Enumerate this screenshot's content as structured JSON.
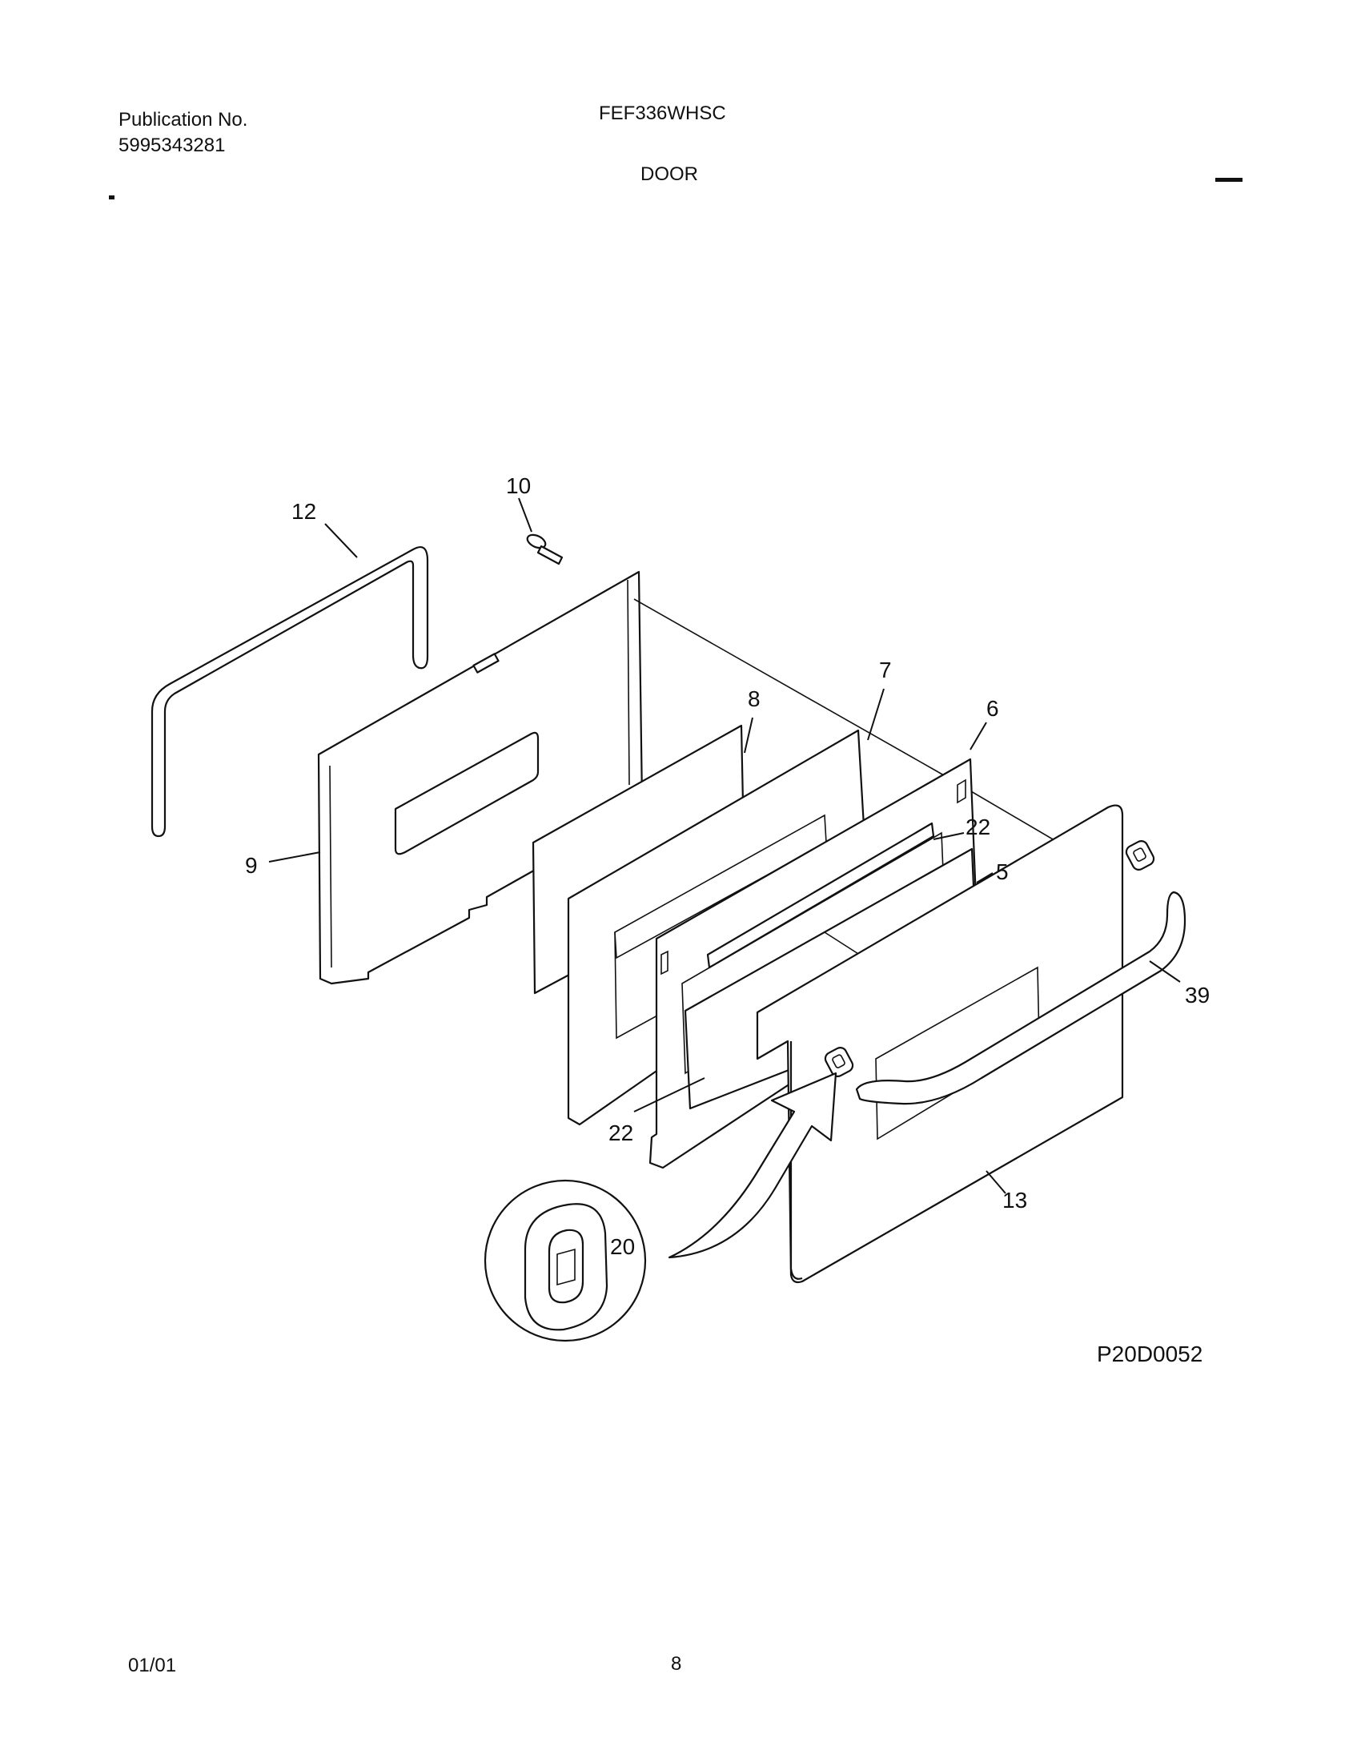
{
  "header": {
    "publication_label": "Publication No.",
    "publication_number": "5995343281",
    "model": "FEF336WHSC",
    "section_title": "DOOR"
  },
  "diagram": {
    "figure_code": "P20D0052",
    "callouts": [
      "12",
      "10",
      "9",
      "8",
      "7",
      "6",
      "22",
      "5",
      "39",
      "22",
      "13",
      "20"
    ]
  },
  "footer": {
    "date": "01/01",
    "page_number": "8"
  }
}
